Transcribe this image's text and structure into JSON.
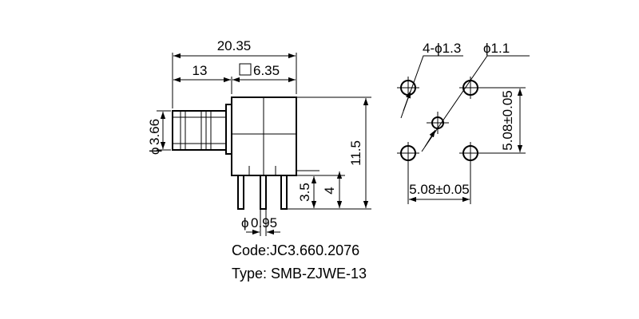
{
  "side_view": {
    "overall_length": "20.35",
    "front_length": "13",
    "body_square": "6.35",
    "body_square_symbol": "□",
    "thread_diameter": "3.66",
    "body_height": "11.5",
    "pin_length": "3.5",
    "pin_total": "4",
    "pin_diameter": "0.95",
    "diameter_symbol": "ϕ"
  },
  "footprint": {
    "outer_holes": "4-ϕ1.3",
    "center_hole": "ϕ1.1",
    "vertical_pitch": "5.08±0.05",
    "horizontal_pitch": "5.08±0.05"
  },
  "info": {
    "code": "Code:JC3.660.2076",
    "type": "Type: SMB-ZJWE-13"
  }
}
